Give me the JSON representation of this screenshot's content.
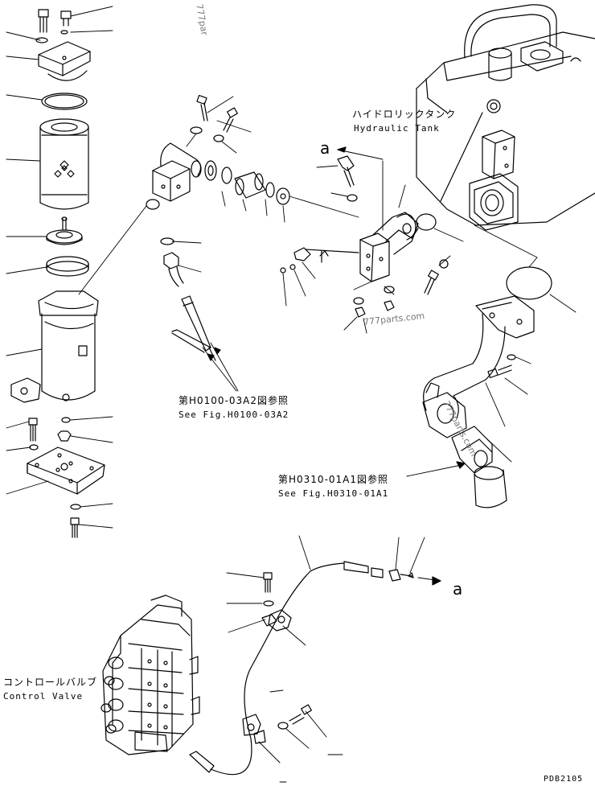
{
  "labels": {
    "hydraulic_tank_jp": "ハイドロリックタンク",
    "hydraulic_tank_en": "Hydraulic Tank",
    "callout_a_top": "a",
    "callout_a_bottom": "a",
    "see_fig1_jp": "第H0100-03A2図参照",
    "see_fig1_en": "See Fig.H0100-03A2",
    "see_fig2_jp": "第H0310-01A1図参照",
    "see_fig2_en": "See Fig.H0310-01A1",
    "control_valve_jp": "コントロールバルブ",
    "control_valve_en": "Control Valve",
    "drawing_code": "PDB2105"
  },
  "watermarks": {
    "top": "777par",
    "mid": "777parts.com",
    "pipe": "777parts.com"
  },
  "colors": {
    "line": "#000000",
    "background": "#ffffff",
    "watermark": "#777777"
  }
}
